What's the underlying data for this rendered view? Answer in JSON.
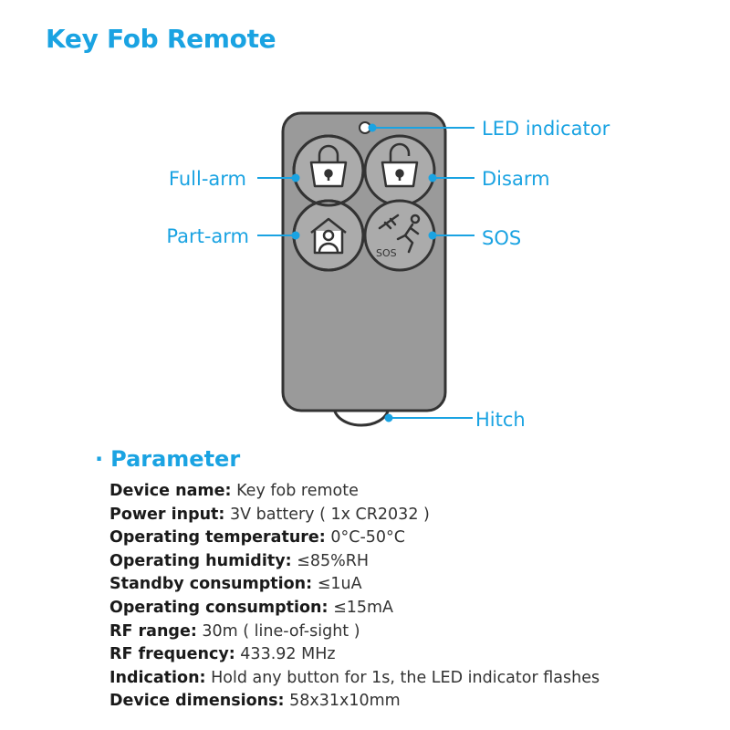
{
  "title": "Key Fob Remote",
  "colors": {
    "accent": "#1aa3e2",
    "device_fill": "#9a9a9a",
    "outline": "#333333"
  },
  "callouts": {
    "led_indicator": "LED indicator",
    "full_arm": "Full-arm",
    "disarm": "Disarm",
    "part_arm": "Part-arm",
    "sos": "SOS",
    "hitch": "Hitch"
  },
  "icons": {
    "full_arm": "locked-padlock-icon",
    "disarm": "unlocked-padlock-icon",
    "part_arm": "house-person-icon",
    "sos": "running-person-sos-icon",
    "sos_text": "SOS"
  },
  "parameters": {
    "bullet": "·",
    "heading": "Parameter",
    "items": [
      {
        "label": "Device name:",
        "value": " Key fob remote"
      },
      {
        "label": "Power input:",
        "value": " 3V battery ( 1x CR2032 )"
      },
      {
        "label": "Operating temperature:",
        "value": " 0°C-50°C"
      },
      {
        "label": "Operating humidity:",
        "value": " ≤85%RH"
      },
      {
        "label": "Standby consumption:",
        "value": " ≤1uA"
      },
      {
        "label": "Operating consumption:",
        "value": " ≤15mA"
      },
      {
        "label": "RF range:",
        "value": " 30m ( line-of-sight )"
      },
      {
        "label": "RF frequency:",
        "value": " 433.92 MHz"
      },
      {
        "label": "Indication:",
        "value": " Hold any button for 1s, the LED indicator flashes"
      },
      {
        "label": "Device dimensions:",
        "value": " 58x31x10mm"
      }
    ]
  }
}
